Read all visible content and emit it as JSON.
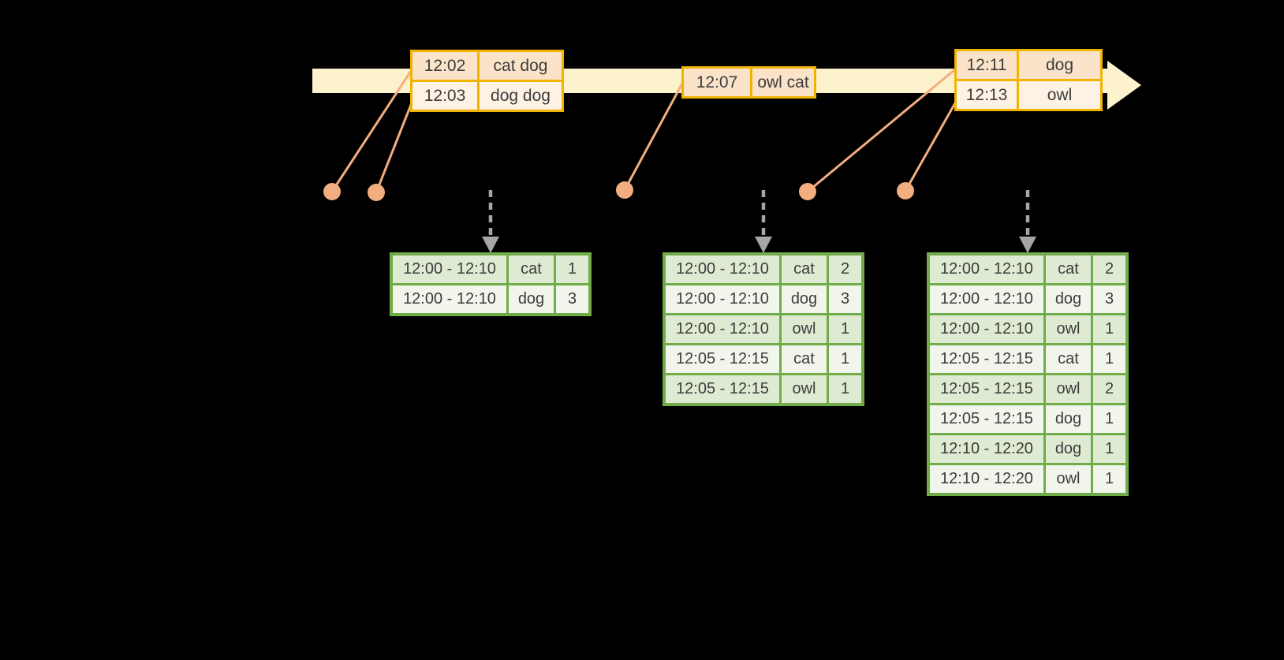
{
  "colors": {
    "bg": "#000000",
    "band": "#fcf2cc",
    "gold": "#f0b400",
    "orange-dark": "#fbe3c9",
    "orange-light": "#fdf2e4",
    "salmon": "#f2ae80",
    "green": "#70ac48",
    "green-dark": "#dfead3",
    "green-light": "#f1f5ec",
    "ink": "#3c3c3c",
    "gray": "#a6a6a6"
  },
  "input_stream": {
    "event_groups": [
      {
        "rows": [
          {
            "time": "12:02",
            "words": "cat dog"
          },
          {
            "time": "12:03",
            "words": "dog dog"
          }
        ]
      },
      {
        "rows": [
          {
            "time": "12:07",
            "words": "owl cat"
          }
        ]
      },
      {
        "rows": [
          {
            "time": "12:11",
            "words": "dog"
          },
          {
            "time": "12:13",
            "words": "owl"
          }
        ]
      }
    ]
  },
  "result_tables": [
    {
      "rows": [
        {
          "window": "12:00 - 12:10",
          "word": "cat",
          "count": "1"
        },
        {
          "window": "12:00 - 12:10",
          "word": "dog",
          "count": "3"
        }
      ]
    },
    {
      "rows": [
        {
          "window": "12:00 - 12:10",
          "word": "cat",
          "count": "2"
        },
        {
          "window": "12:00 - 12:10",
          "word": "dog",
          "count": "3"
        },
        {
          "window": "12:00 - 12:10",
          "word": "owl",
          "count": "1"
        },
        {
          "window": "12:05 - 12:15",
          "word": "cat",
          "count": "1"
        },
        {
          "window": "12:05 - 12:15",
          "word": "owl",
          "count": "1"
        }
      ]
    },
    {
      "rows": [
        {
          "window": "12:00 - 12:10",
          "word": "cat",
          "count": "2"
        },
        {
          "window": "12:00 - 12:10",
          "word": "dog",
          "count": "3"
        },
        {
          "window": "12:00 - 12:10",
          "word": "owl",
          "count": "1"
        },
        {
          "window": "12:05 - 12:15",
          "word": "cat",
          "count": "1"
        },
        {
          "window": "12:05 - 12:15",
          "word": "owl",
          "count": "2"
        },
        {
          "window": "12:05 - 12:15",
          "word": "dog",
          "count": "1"
        },
        {
          "window": "12:10 - 12:20",
          "word": "dog",
          "count": "1"
        },
        {
          "window": "12:10 - 12:20",
          "word": "owl",
          "count": "1"
        }
      ]
    }
  ]
}
